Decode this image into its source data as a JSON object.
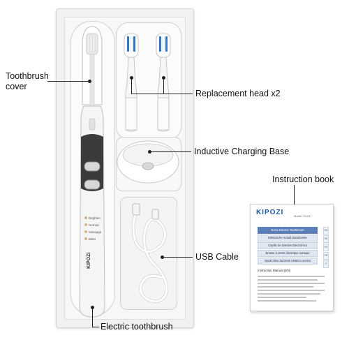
{
  "labels": {
    "toothbrush_cover": [
      "Toothbrush",
      "cover"
    ],
    "replacement_head": "Replacement head x2",
    "charging_base": "Inductive Charging Base",
    "instruction_book": "Instruction book",
    "usb_cable": "USB Cable",
    "electric_toothbrush": "Electric toothbrush"
  },
  "toothbrush": {
    "brand": "KIPOZI",
    "modes": [
      "Brighten",
      "Normal",
      "Massage",
      "Bitter"
    ]
  },
  "booklet": {
    "brand": "KIPOZI",
    "model": "Model: SG917",
    "language_bars": [
      "Sonic Electric Toothbrush",
      "Elektrische Schall-Zahnbürste",
      "Cepillo de Dientes Electrónico",
      "Brosse à dents électrique sonique",
      "Spazzolino da Denti elettrico sonico"
    ],
    "tab_markers": [
      "EN",
      "DE",
      "ES",
      "FR",
      "IT"
    ],
    "manual_heading": "Instruction Manual (EN)"
  },
  "colors": {
    "brush_body": "#f4f4f4",
    "brush_accent": "#3a3a3a",
    "bristle_blue": "#2f78c4",
    "booklet_accent": "#1e5aa8"
  }
}
